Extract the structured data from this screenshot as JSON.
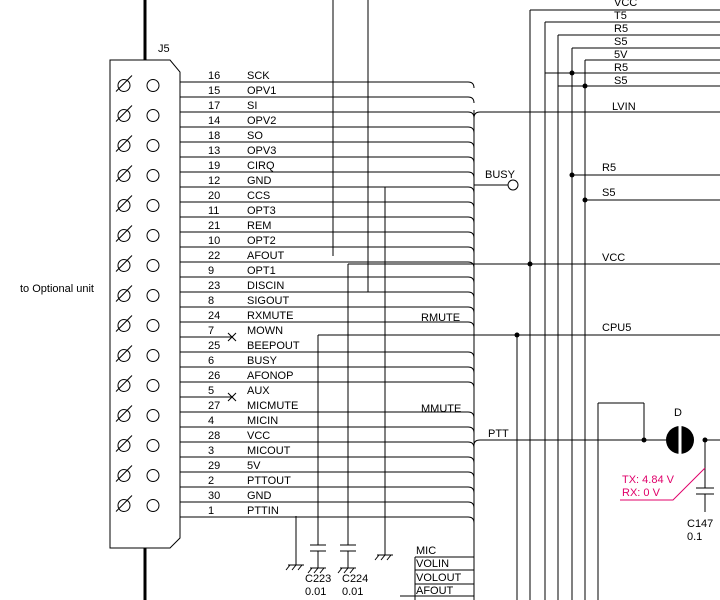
{
  "connector": {
    "ref": "J5",
    "side_label": "to Optional unit",
    "pins": [
      {
        "num": "16",
        "name": "SCK"
      },
      {
        "num": "15",
        "name": "OPV1"
      },
      {
        "num": "17",
        "name": "SI"
      },
      {
        "num": "14",
        "name": "OPV2"
      },
      {
        "num": "18",
        "name": "SO"
      },
      {
        "num": "13",
        "name": "OPV3"
      },
      {
        "num": "19",
        "name": "CIRQ"
      },
      {
        "num": "12",
        "name": "GND"
      },
      {
        "num": "20",
        "name": "CCS"
      },
      {
        "num": "11",
        "name": "OPT3"
      },
      {
        "num": "21",
        "name": "REM"
      },
      {
        "num": "10",
        "name": "OPT2"
      },
      {
        "num": "22",
        "name": "AFOUT"
      },
      {
        "num": "9",
        "name": "OPT1"
      },
      {
        "num": "23",
        "name": "DISCIN"
      },
      {
        "num": "8",
        "name": "SIGOUT"
      },
      {
        "num": "24",
        "name": "RXMUTE"
      },
      {
        "num": "7",
        "name": "MOWN"
      },
      {
        "num": "25",
        "name": "BEEPOUT"
      },
      {
        "num": "6",
        "name": "BUSY"
      },
      {
        "num": "26",
        "name": "AFONOP"
      },
      {
        "num": "5",
        "name": "AUX"
      },
      {
        "num": "27",
        "name": "MICMUTE"
      },
      {
        "num": "4",
        "name": "MICIN"
      },
      {
        "num": "28",
        "name": "VCC"
      },
      {
        "num": "3",
        "name": "MICOUT"
      },
      {
        "num": "29",
        "name": "5V"
      },
      {
        "num": "2",
        "name": "PTTOUT"
      },
      {
        "num": "30",
        "name": "GND"
      },
      {
        "num": "1",
        "name": "PTTIN"
      }
    ]
  },
  "right_nets": {
    "top": [
      "VCC",
      "T5",
      "R5",
      "S5",
      "5V",
      "R5",
      "S5"
    ],
    "lvin": "LVIN",
    "r5": "R5",
    "s5": "S5",
    "vcc": "VCC",
    "cpu5": "CPU5",
    "ptt": "PTT"
  },
  "signal_labels": {
    "busy": "BUSY",
    "rmute": "RMUTE",
    "mmute": "MMUTE"
  },
  "bottom_labels": [
    "MIC",
    "VOLIN",
    "VOLOUT",
    "AFOUT"
  ],
  "components": {
    "c223": {
      "ref": "C223",
      "value": "0.01"
    },
    "c224": {
      "ref": "C224",
      "value": "0.01"
    },
    "c147": {
      "ref": "C147",
      "value": "0.1"
    },
    "diode": {
      "ref": "D"
    }
  },
  "voltage_note": {
    "tx": "TX: 4.84 V",
    "rx": "RX: 0 V"
  }
}
